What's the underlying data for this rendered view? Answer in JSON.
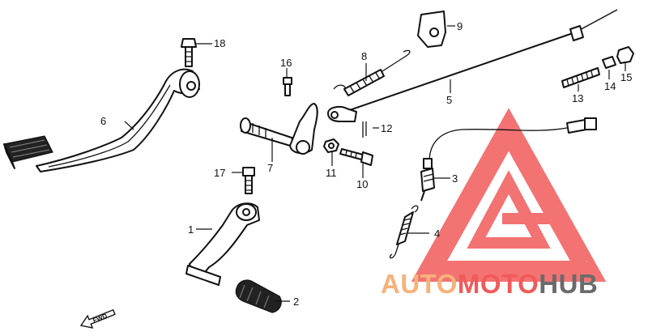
{
  "parts": [
    {
      "id": "callout-1",
      "label": "1"
    },
    {
      "id": "callout-2",
      "label": "2"
    },
    {
      "id": "callout-3",
      "label": "3"
    },
    {
      "id": "callout-4",
      "label": "4"
    },
    {
      "id": "callout-5",
      "label": "5"
    },
    {
      "id": "callout-6",
      "label": "6"
    },
    {
      "id": "callout-7",
      "label": "7"
    },
    {
      "id": "callout-8",
      "label": "8"
    },
    {
      "id": "callout-9",
      "label": "9"
    },
    {
      "id": "callout-10",
      "label": "10"
    },
    {
      "id": "callout-11",
      "label": "11"
    },
    {
      "id": "callout-12",
      "label": "12"
    },
    {
      "id": "callout-13",
      "label": "13"
    },
    {
      "id": "callout-14",
      "label": "14"
    },
    {
      "id": "callout-15",
      "label": "15"
    },
    {
      "id": "callout-16",
      "label": "16"
    },
    {
      "id": "callout-17",
      "label": "17"
    },
    {
      "id": "callout-18",
      "label": "18"
    }
  ],
  "direction_arrow": {
    "label": "FWD",
    "icon": "forward-arrow-icon"
  },
  "watermark": {
    "brand_part1": "AUTO",
    "brand_part2": "MOTO",
    "brand_part3": "HUB",
    "color_orange": "#f5b27a",
    "color_red": "#f15a5a",
    "color_gray": "#6a6a6a"
  }
}
